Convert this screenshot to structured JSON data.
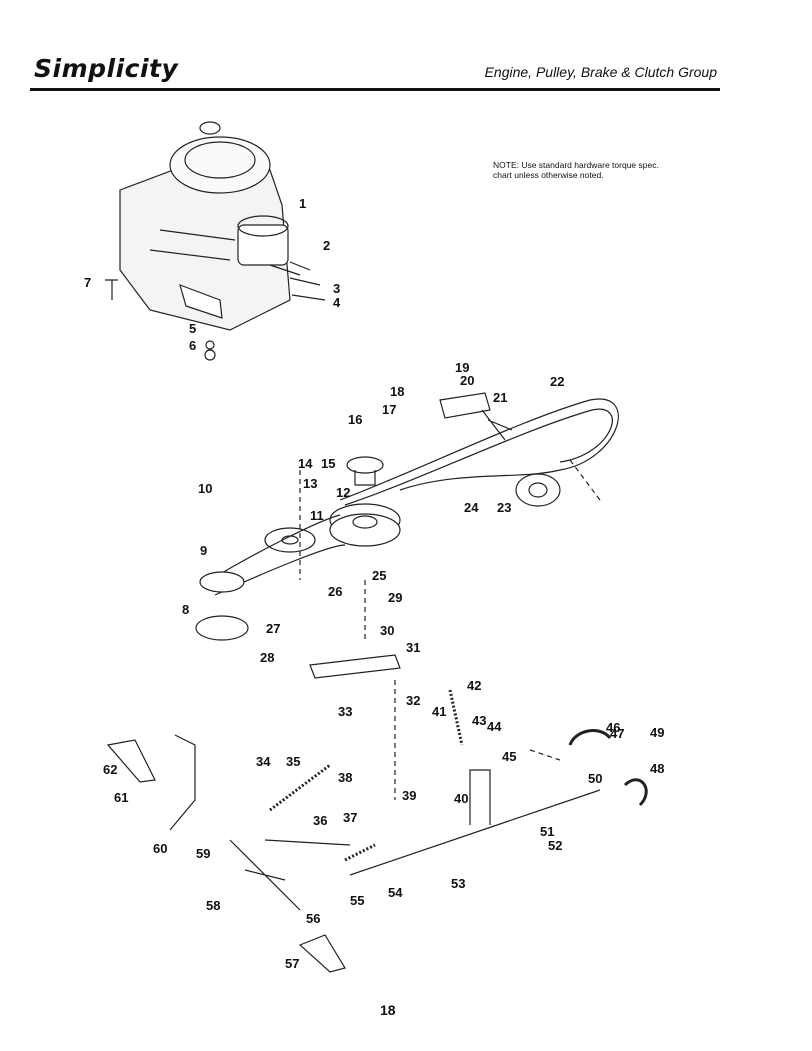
{
  "header": {
    "brand": "Simplicity",
    "section_title": "Engine, Pulley, Brake & Clutch Group"
  },
  "note": "NOTE: Use standard hardware torque spec. chart unless otherwise noted.",
  "page_number": "18",
  "callouts": [
    "1",
    "2",
    "3",
    "4",
    "5",
    "6",
    "7",
    "8",
    "9",
    "10",
    "11",
    "12",
    "13",
    "14",
    "15",
    "16",
    "17",
    "18",
    "19",
    "20",
    "21",
    "22",
    "23",
    "24",
    "25",
    "26",
    "27",
    "28",
    "29",
    "30",
    "31",
    "32",
    "33",
    "34",
    "35",
    "36",
    "37",
    "38",
    "39",
    "40",
    "41",
    "42",
    "43",
    "44",
    "45",
    "46",
    "47",
    "48",
    "49",
    "50",
    "51",
    "52",
    "53",
    "54",
    "55",
    "56",
    "57",
    "58",
    "59",
    "60",
    "61",
    "62"
  ]
}
